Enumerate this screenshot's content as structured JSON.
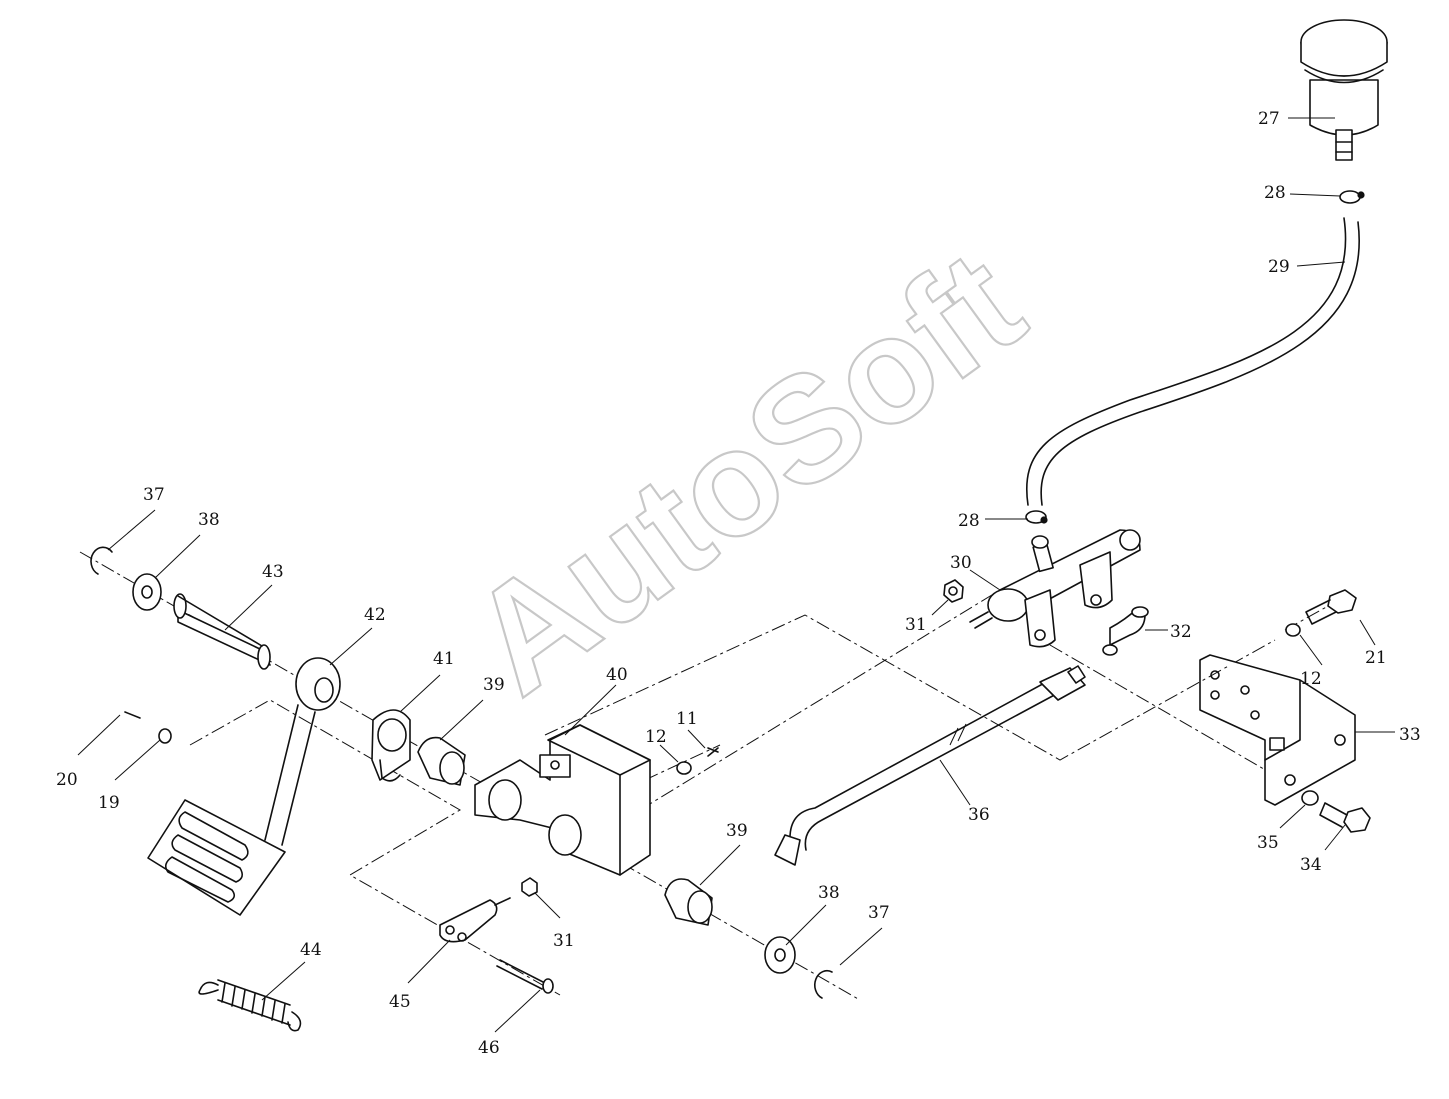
{
  "watermark": "AutoSoft",
  "callouts": {
    "c11": "11",
    "c12a": "12",
    "c12b": "12",
    "c19": "19",
    "c20": "20",
    "c21": "21",
    "c27": "27",
    "c28a": "28",
    "c28b": "28",
    "c29": "29",
    "c30": "30",
    "c31a": "31",
    "c31b": "31",
    "c32": "32",
    "c33": "33",
    "c34": "34",
    "c35": "35",
    "c36": "36",
    "c37a": "37",
    "c37b": "37",
    "c38a": "38",
    "c38b": "38",
    "c39a": "39",
    "c39b": "39",
    "c40": "40",
    "c41": "41",
    "c42": "42",
    "c43": "43",
    "c44": "44",
    "c45": "45",
    "c46": "46"
  }
}
